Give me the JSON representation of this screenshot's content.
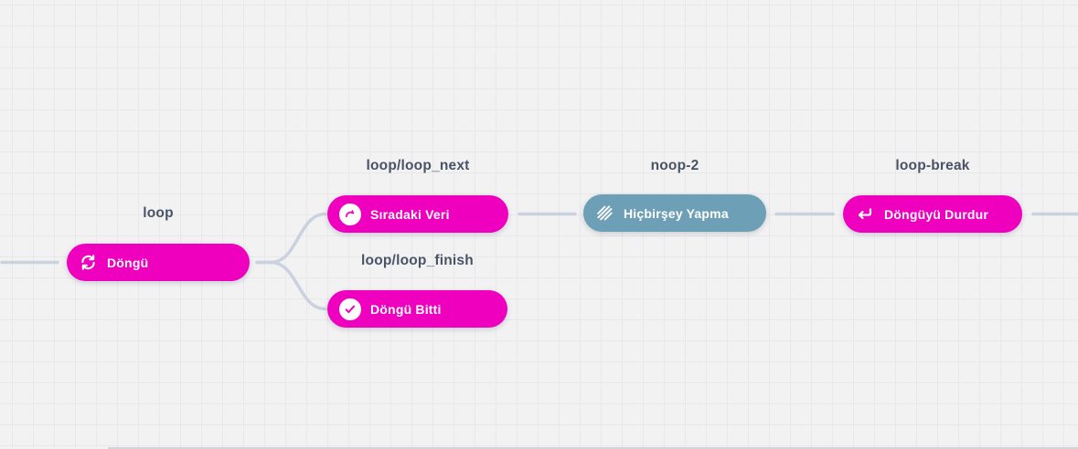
{
  "canvas": {
    "background_color": "#f2f2f3",
    "grid_line_color": "#e8e8ea",
    "connection_color": "#c9d2de",
    "accent_pink": "#ee00be",
    "accent_blue": "#6d9fb7"
  },
  "nodes": [
    {
      "name": "loop",
      "label": "loop",
      "title": "Döngü",
      "color": "#ee00be",
      "icon": "sync-loop-icon"
    },
    {
      "name": "loop-next",
      "label": "loop/loop_next",
      "title": "Sıradaki Veri",
      "color": "#ee00be",
      "icon": "redo-arrow-icon"
    },
    {
      "name": "loop-finish",
      "label": "loop/loop_finish",
      "title": "Döngü Bitti",
      "color": "#ee00be",
      "icon": "check-circle-icon"
    },
    {
      "name": "noop",
      "label": "noop-2",
      "title": "Hiçbirşey Yapma",
      "color": "#6d9fb7",
      "icon": "diagonal-stripes-icon"
    },
    {
      "name": "loop-break",
      "label": "loop-break",
      "title": "Döngüyü Durdur",
      "color": "#ee00be",
      "icon": "return-arrow-icon"
    }
  ]
}
